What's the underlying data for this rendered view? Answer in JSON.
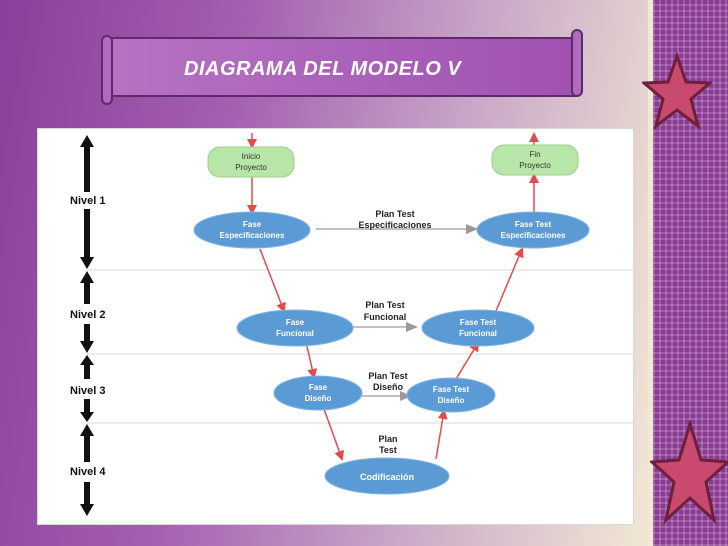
{
  "slide": {
    "title": "DIAGRAMA DEL MODELO V"
  },
  "diagram": {
    "levels": [
      "Nivel 1",
      "Nivel 2",
      "Nivel 3",
      "Nivel 4"
    ],
    "nodes": {
      "start": [
        "Inicio",
        "Proyecto"
      ],
      "end": [
        "Fin",
        "Proyecto"
      ],
      "spec": [
        "Fase",
        "Especificaciones"
      ],
      "spec_test": [
        "Fase Test",
        "Especificaciones"
      ],
      "func": [
        "Fase",
        "Funcional"
      ],
      "func_test": [
        "Fase Test",
        "Funcional"
      ],
      "design": [
        "Fase",
        "Diseño"
      ],
      "design_test": [
        "Fase Test",
        "Diseño"
      ],
      "coding": "Codificación"
    },
    "plans": {
      "level1": [
        "Plan  Test",
        "Especificaciones"
      ],
      "level2": [
        "Plan Test",
        "Funcional"
      ],
      "level3": [
        "Plan Test",
        "Diseño"
      ],
      "level4": [
        "Plan",
        "Test"
      ]
    }
  },
  "colors": {
    "oval_fill": "#5b9bd5",
    "terminal_fill": "#b8e6a8",
    "red_arrow": "#e34a4a",
    "gray_arrow": "#9a9a9a",
    "star_fill": "#c94a6e"
  }
}
